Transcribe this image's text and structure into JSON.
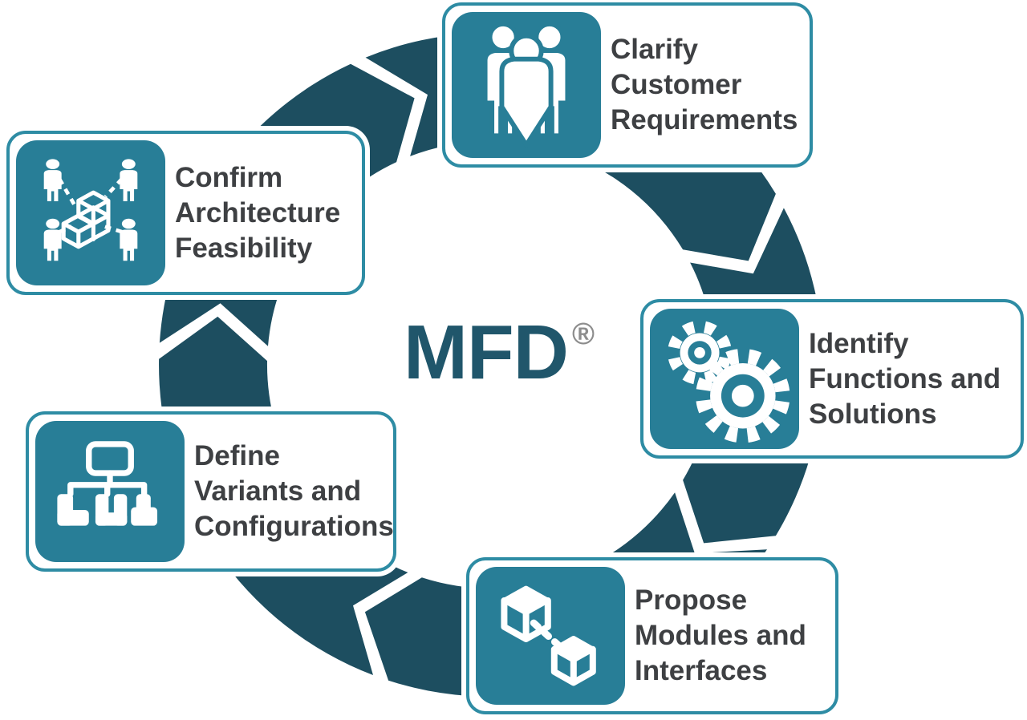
{
  "center": {
    "logo": "MFD",
    "registered": "®"
  },
  "colors": {
    "ring": "#1D4E60",
    "tile": "#287E97",
    "border": "#2E8CA4",
    "text": "#3E4043",
    "logo": "#20566B",
    "reg": "#8D8D8D",
    "card_bg": "#FFFFFF"
  },
  "steps": [
    {
      "id": "clarify",
      "icon": "people-group-icon",
      "lines": [
        "Clarify",
        "Customer",
        "Requirements"
      ]
    },
    {
      "id": "identify",
      "icon": "gears-icon",
      "lines": [
        "Identify",
        "Functions and",
        "Solutions"
      ]
    },
    {
      "id": "propose",
      "icon": "linked-cubes-icon",
      "lines": [
        "Propose",
        "Modules and",
        "Interfaces"
      ]
    },
    {
      "id": "define",
      "icon": "tree-hierarchy-icon",
      "lines": [
        "Define",
        "Variants and",
        "Configurations"
      ]
    },
    {
      "id": "confirm",
      "icon": "people-network-cubes-icon",
      "lines": [
        "Confirm",
        "Architecture",
        "Feasibility"
      ]
    }
  ]
}
